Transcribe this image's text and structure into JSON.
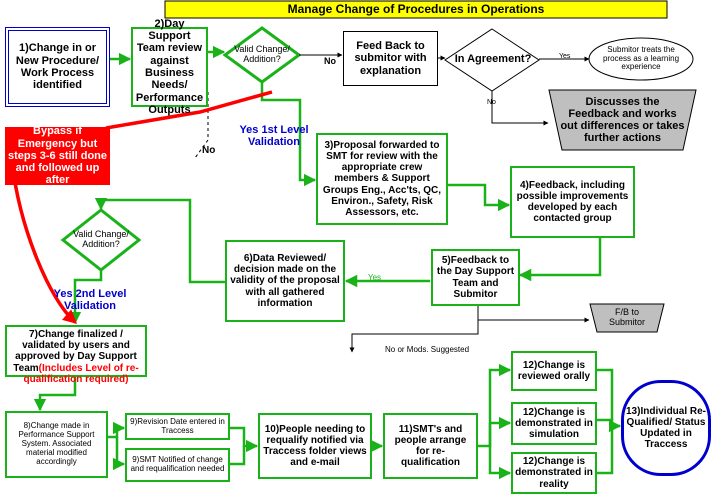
{
  "title": "Manage Change of Procedures in Operations",
  "nodes": {
    "n1": "1)Change in or New Procedure/ Work Process identified",
    "n2": "2)Day Support Team review against Business Needs/ Performance Outputs",
    "d1": "Valid Change/ Addition?",
    "feedback_submitor": "Feed Back  to submitor with explanation",
    "agreement": "In Agreement?",
    "learning": "Submitor treats the process as a learning experience",
    "discuss": "Discusses the Feedback and works out differences or takes further actions",
    "n3": "3)Proposal forwarded to SMT for review with the appropriate crew members & Support Groups Eng., Acc'ts, QC, Environ., Safety, Risk Assessors, etc.",
    "n4": "4)Feedback, including possible improvements developed by each contacted group",
    "n5": "5)Feedback to the Day Support Team and Submitor",
    "n6": "6)Data Reviewed/ decision made on the validity of the proposal with all gathered information",
    "d2": "Valid Change/ Addition?",
    "fb_submitor": "F/B  to Submitor",
    "n7_main": "7)Change finalized / validated by users and approved by Day Support Team",
    "n7_red": "(Includes Level of re-qualification required)",
    "n8": "8)Change made in Performance Support System. Associated material modified accordingly",
    "n9a": "9)Revision Date entered in Traccess",
    "n9b": "9)SMT Notified of change and requalification needed",
    "n10": "10)People needing to requalify notified via Traccess folder views and e-mail",
    "n11": "11)SMT's and people arrange for re-qualification",
    "n12a": "12)Change is reviewed orally",
    "n12b": "12)Change is demonstrated in simulation",
    "n12c": "12)Change is demonstrated in reality",
    "n13": "13)Individual Re-Qualified/ Status Updated in Traccess"
  },
  "labels": {
    "no1": "No",
    "yes_small": "Yes",
    "no_small": "No",
    "yes_level1": "Yes 1st Level Validation",
    "no_down": "No",
    "bypass": "Bypass if Emergency but steps 3-6 still done and followed up after",
    "yes_level2": "Yes 2nd Level Validation",
    "yes_mid": "Yes",
    "no_mods": "No or Mods. Suggested"
  }
}
